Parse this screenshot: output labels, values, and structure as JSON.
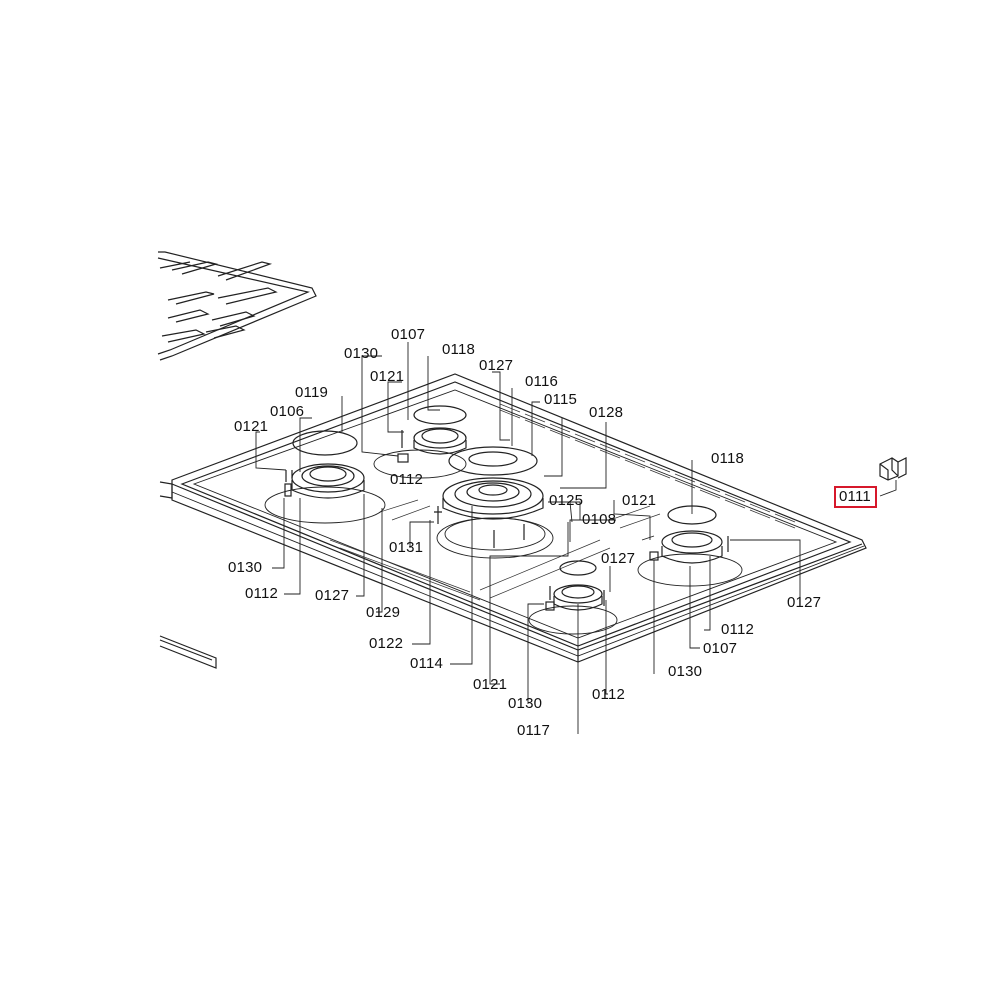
{
  "diagram": {
    "highlighted_part": "0111",
    "highlight_color": "#d6182b",
    "labels": [
      {
        "id": "l01",
        "text": "0107"
      },
      {
        "id": "l02",
        "text": "0118"
      },
      {
        "id": "l03",
        "text": "0130"
      },
      {
        "id": "l04",
        "text": "0127"
      },
      {
        "id": "l05",
        "text": "0121"
      },
      {
        "id": "l06",
        "text": "0116"
      },
      {
        "id": "l07",
        "text": "0119"
      },
      {
        "id": "l08",
        "text": "0115"
      },
      {
        "id": "l09",
        "text": "0106"
      },
      {
        "id": "l10",
        "text": "0128"
      },
      {
        "id": "l11",
        "text": "0121"
      },
      {
        "id": "l12",
        "text": "0118"
      },
      {
        "id": "l13",
        "text": "0112"
      },
      {
        "id": "l14",
        "text": "0125"
      },
      {
        "id": "l15",
        "text": "0121"
      },
      {
        "id": "l16",
        "text": "0108"
      },
      {
        "id": "l17",
        "text": "0131"
      },
      {
        "id": "l18",
        "text": "0127"
      },
      {
        "id": "l19",
        "text": "0130"
      },
      {
        "id": "l20",
        "text": "0112"
      },
      {
        "id": "l21",
        "text": "0127"
      },
      {
        "id": "l22",
        "text": "0127"
      },
      {
        "id": "l23",
        "text": "0129"
      },
      {
        "id": "l24",
        "text": "0112"
      },
      {
        "id": "l25",
        "text": "0122"
      },
      {
        "id": "l26",
        "text": "0107"
      },
      {
        "id": "l27",
        "text": "0114"
      },
      {
        "id": "l28",
        "text": "0130"
      },
      {
        "id": "l29",
        "text": "0121"
      },
      {
        "id": "l30",
        "text": "0112"
      },
      {
        "id": "l31",
        "text": "0130"
      },
      {
        "id": "l32",
        "text": "0117"
      }
    ]
  }
}
